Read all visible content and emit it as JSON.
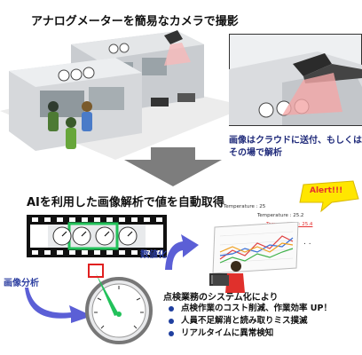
{
  "top_title": "アナログメーターを簡易なカメラで撮影",
  "cloud_caption": [
    "画像はクラウドに送付、もしくは",
    "その場で解析"
  ],
  "mid_title": "AIを利用した画像解析で値を自動取得",
  "image_analysis_label": "画像分析",
  "digitize_label": "数値化",
  "alert_label": "Alert!!!",
  "temperatures": [
    "Temperature : 25",
    "Temperature : 25.2",
    "Temperature : 25.4"
  ],
  "ellipsis": ". .",
  "benefits": {
    "heading": "点検業務のシステム化により",
    "items": [
      "点検作業のコスト削減、作業効率 UP！",
      "人員不足解消と読み取りミス撲滅",
      "リアルタイムに異常検知"
    ]
  },
  "colors": {
    "accent_blue": "#2c3ea0",
    "alert_red": "#e53030",
    "highlight_green": "#22c15a",
    "arrow_blue": "#5b5fd6"
  }
}
